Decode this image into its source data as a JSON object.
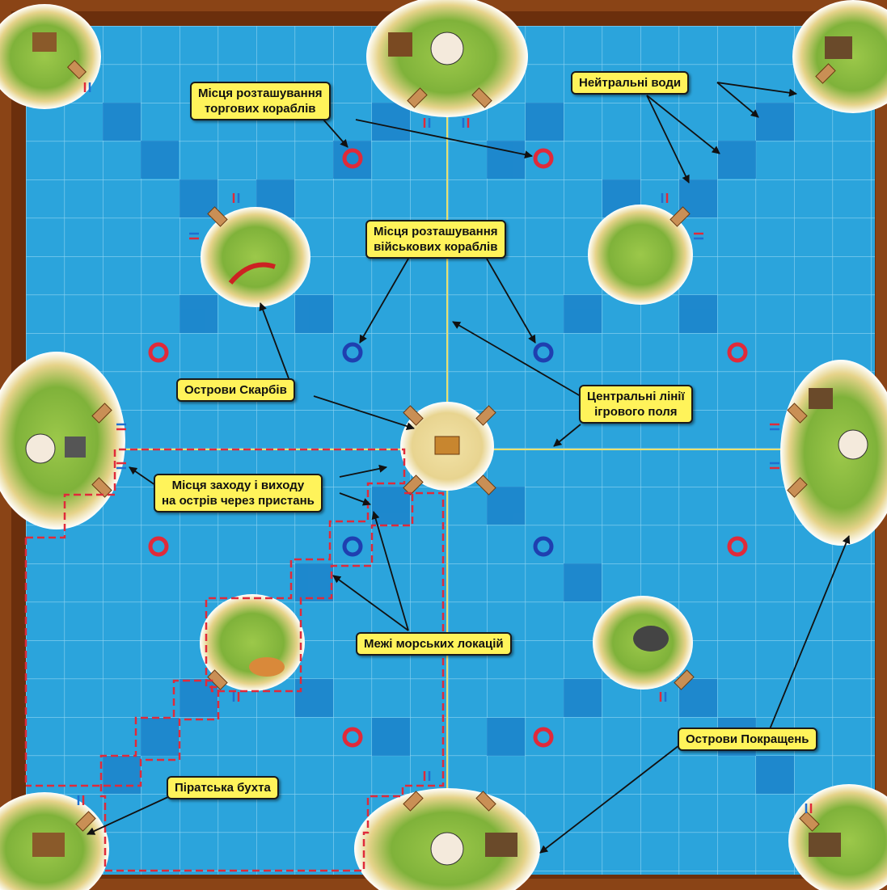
{
  "colors": {
    "frame": "#8a4416",
    "sea": "#2ba4dc",
    "grid": "#8fd3f1",
    "dark_sea": "#1a7fc8",
    "callout_bg": "#fff35a",
    "merchant_ring": "#e02a3a",
    "war_ring": "#1f3fb0",
    "center_line": "#e8e070",
    "boundary": "#e02a3a"
  },
  "labels": {
    "merchant_ships": {
      "line1": "Місця розташування",
      "line2": "торгових кораблів"
    },
    "neutral_waters": "Нейтральні води",
    "war_ships": {
      "line1": "Місця розташування",
      "line2": "військових кораблів"
    },
    "treasure_islands": "Острови Скарбів",
    "center_lines": {
      "line1": "Центральні лінії",
      "line2": "ігрового поля"
    },
    "dock_entry": {
      "line1": "Місця заходу і виходу",
      "line2": "на острів через пристань"
    },
    "sea_location_borders": "Межі морських локацій",
    "upgrade_islands": "Острови Покращень",
    "pirate_bay": "Піратська бухта"
  }
}
